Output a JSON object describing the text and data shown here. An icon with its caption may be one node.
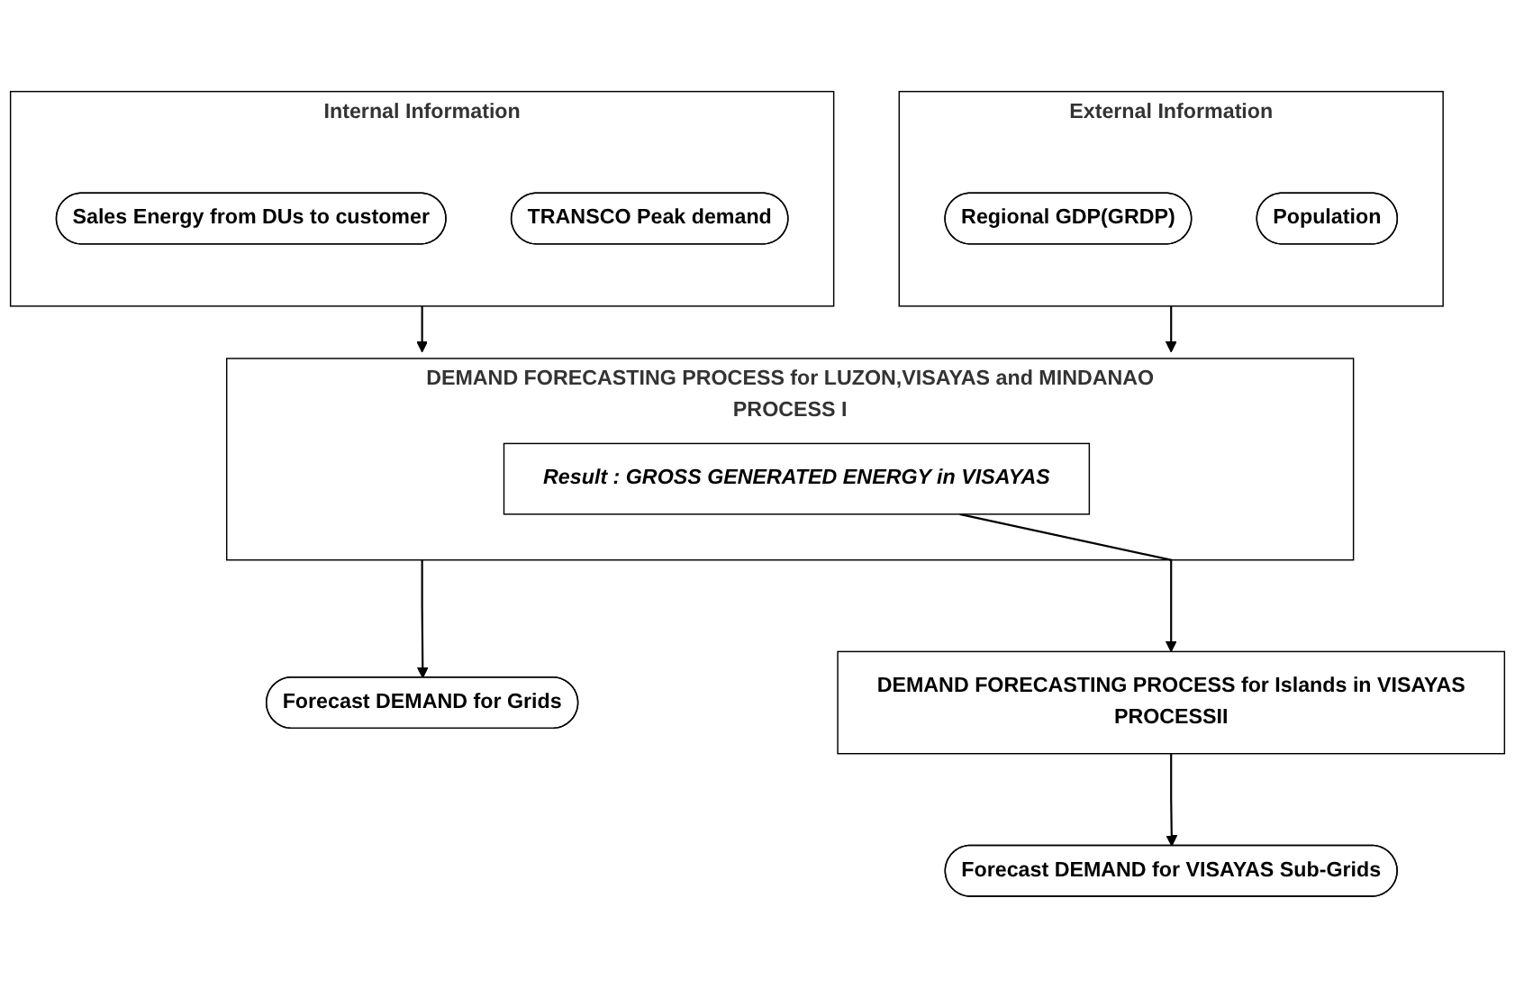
{
  "diagram": {
    "nodes": [
      {
        "text": [
          "Internal Information"
        ]
      },
      {
        "text": [
          "Sales Energy from DUs to customer"
        ],
        "in": 0
      },
      {
        "text": [
          "TRANSCO Peak demand"
        ],
        "in": 0
      },
      {
        "text": [
          "External Information"
        ]
      },
      {
        "text": [
          "Regional GDP(GRDP)"
        ],
        "in": 3
      },
      {
        "text": [
          "Population"
        ],
        "in": 3
      },
      {
        "text": [
          "DEMAND FORECASTING PROCESS for LUZON,VISAYAS and MINDANAO",
          "PROCESS I"
        ]
      },
      {
        "text": [
          "Result : GROSS GENERATED ENERGY in VISAYAS"
        ],
        "in": 6
      },
      {
        "text": [
          "Forecast DEMAND for Grids"
        ]
      },
      {
        "text": [
          "DEMAND FORECASTING PROCESS for Islands in VISAYAS",
          "PROCESSII"
        ]
      },
      {
        "text": [
          "Forecast DEMAND for VISAYAS Sub-Grids"
        ]
      }
    ],
    "edges": [
      {
        "from": 0,
        "to": 6,
        "arrow": "to"
      },
      {
        "from": 3,
        "to": 6,
        "arrow": "to"
      },
      {
        "from": 6,
        "to": 8,
        "arrow": "to"
      },
      {
        "from": 7,
        "to": 9,
        "arrow": "to"
      },
      {
        "from": 9,
        "to": 10,
        "arrow": "to"
      }
    ]
  }
}
